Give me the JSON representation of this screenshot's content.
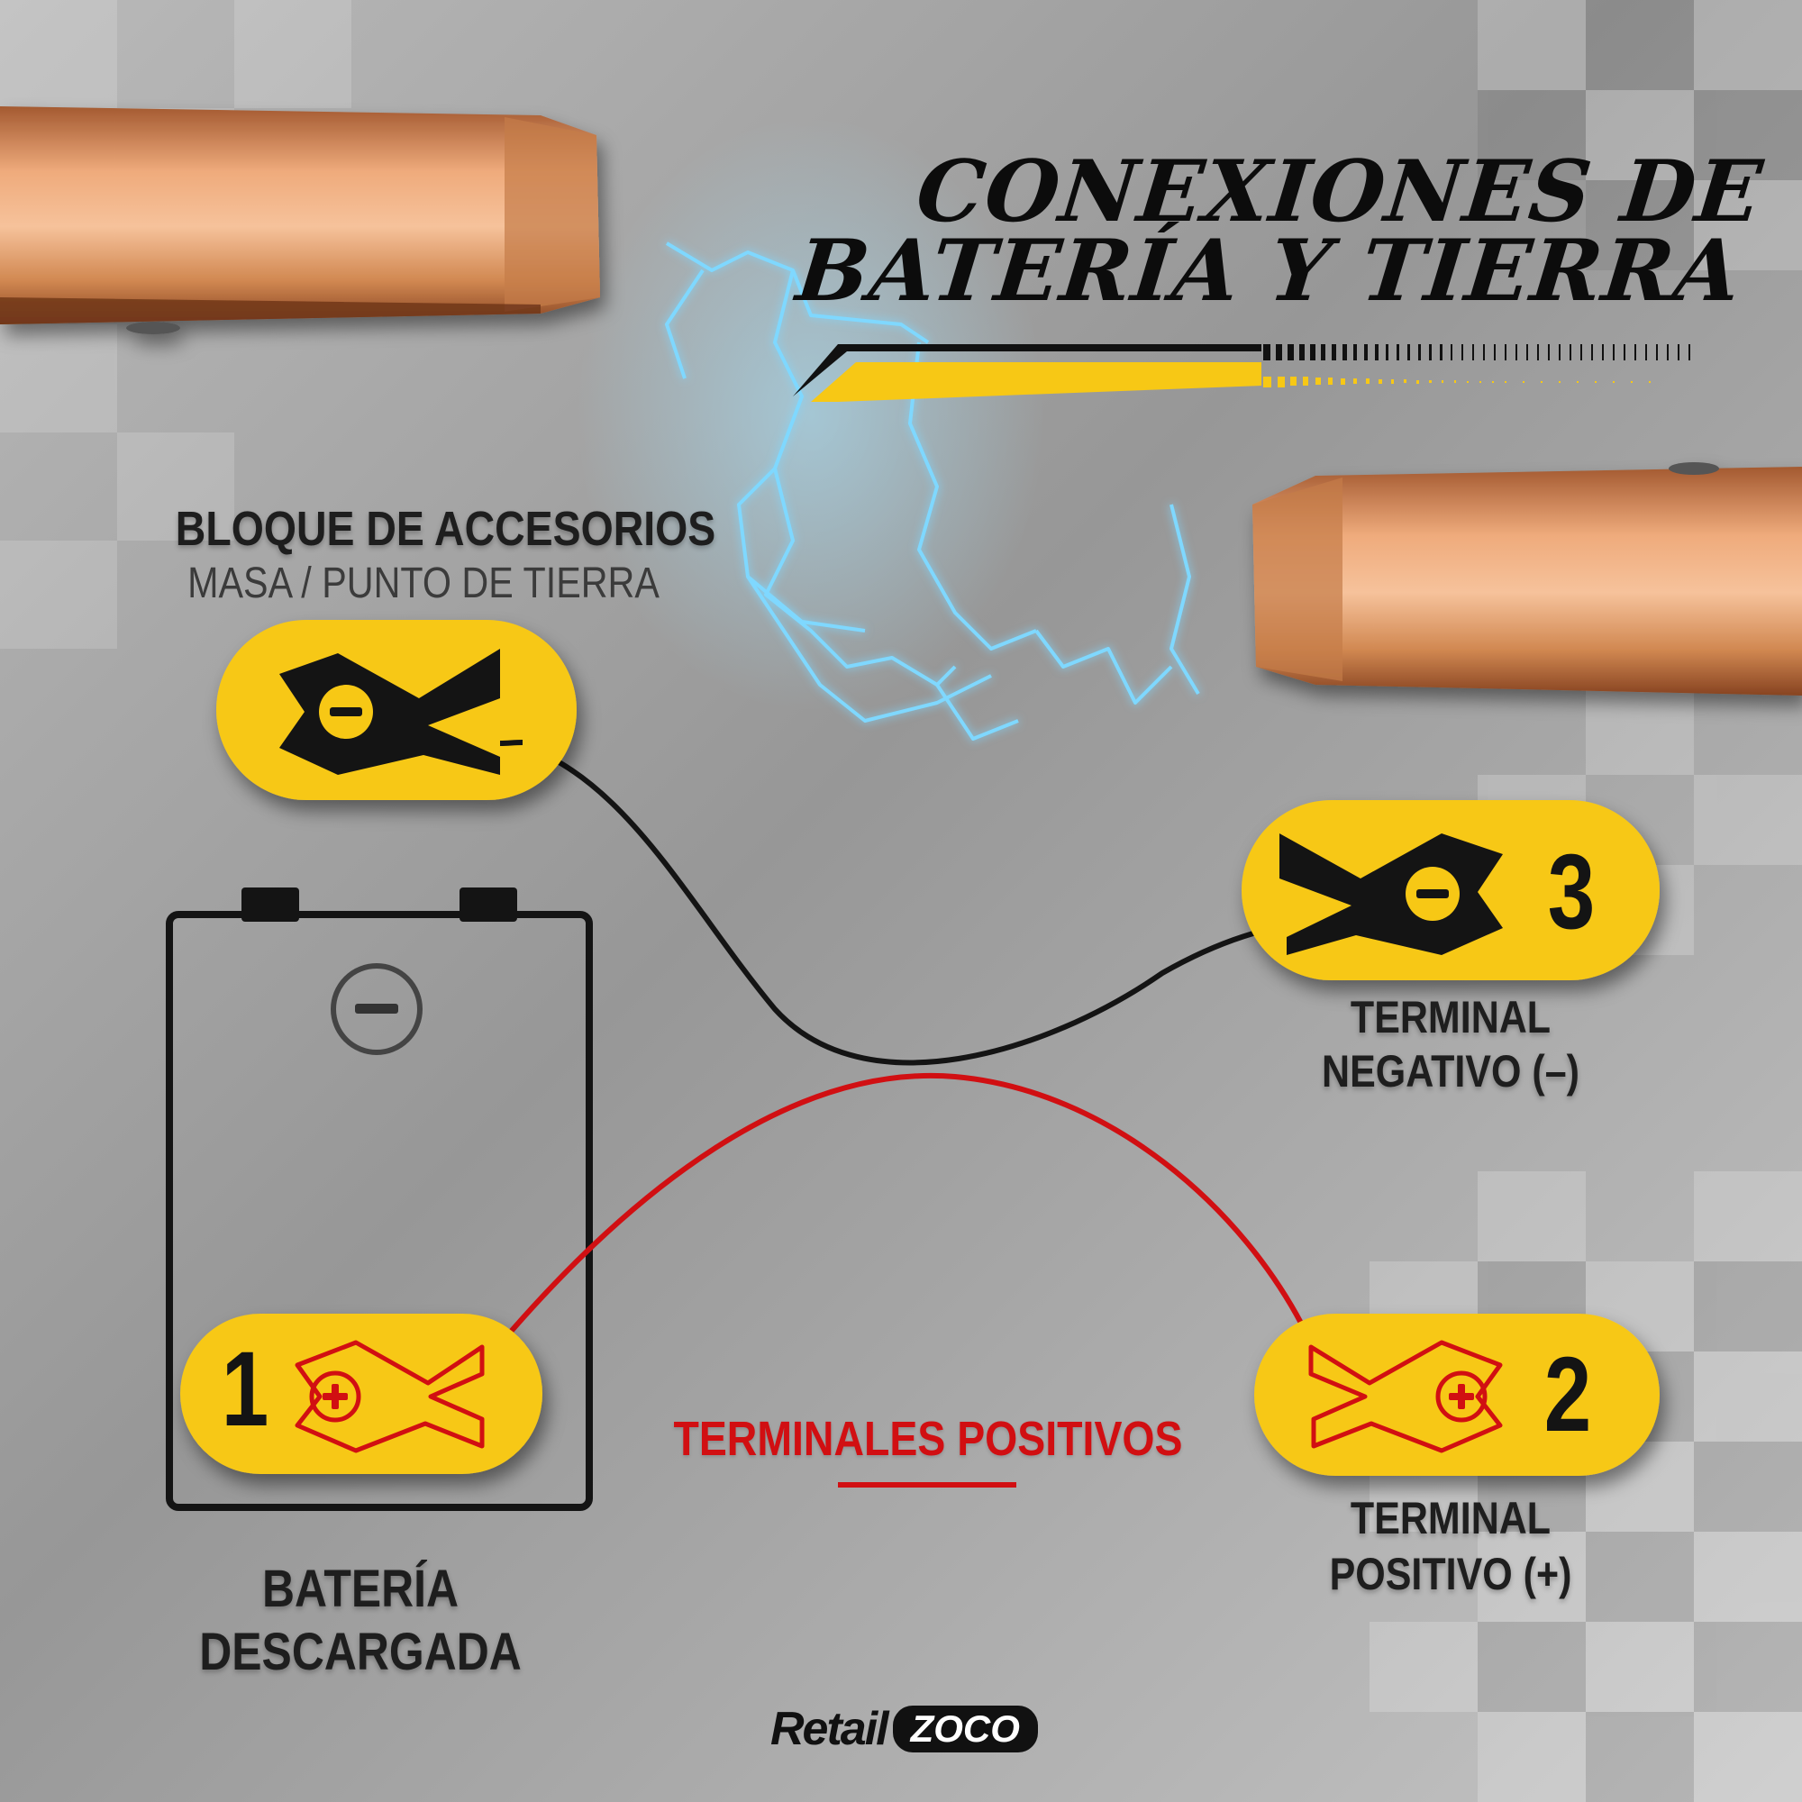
{
  "title": {
    "line1": "CONEXIONES DE",
    "line2": "BATERÍA Y TIERRA"
  },
  "ground_block": {
    "label": "BLOQUE DE ACCESORIOS",
    "sublabel": "MASA / PUNTO DE TIERRA"
  },
  "battery": {
    "line1": "BATERÍA",
    "line2": "DESCARGADA",
    "terminal_symbol": "−"
  },
  "clamps": {
    "one": {
      "number": "1",
      "polarity": "+"
    },
    "two": {
      "number": "2",
      "polarity": "+"
    },
    "three": {
      "number": "3",
      "polarity": "−"
    },
    "ground": {
      "polarity": "−"
    }
  },
  "terminal_positive": {
    "line1": "TERMINAL",
    "line2": "POSITIVO (+)"
  },
  "terminal_negative": {
    "line1": "TERMINAL",
    "line2": "NEGATIVO (–)"
  },
  "positive_caption": "TERMINALES POSITIVOS",
  "logo": {
    "part1": "Retail",
    "part2": "ZOCO"
  },
  "colors": {
    "badge_yellow": "#f7c815",
    "positive_red": "#d10f12",
    "cable_black": "#141414",
    "copper": "#d98a56",
    "spark_blue": "#7fd8ff"
  }
}
